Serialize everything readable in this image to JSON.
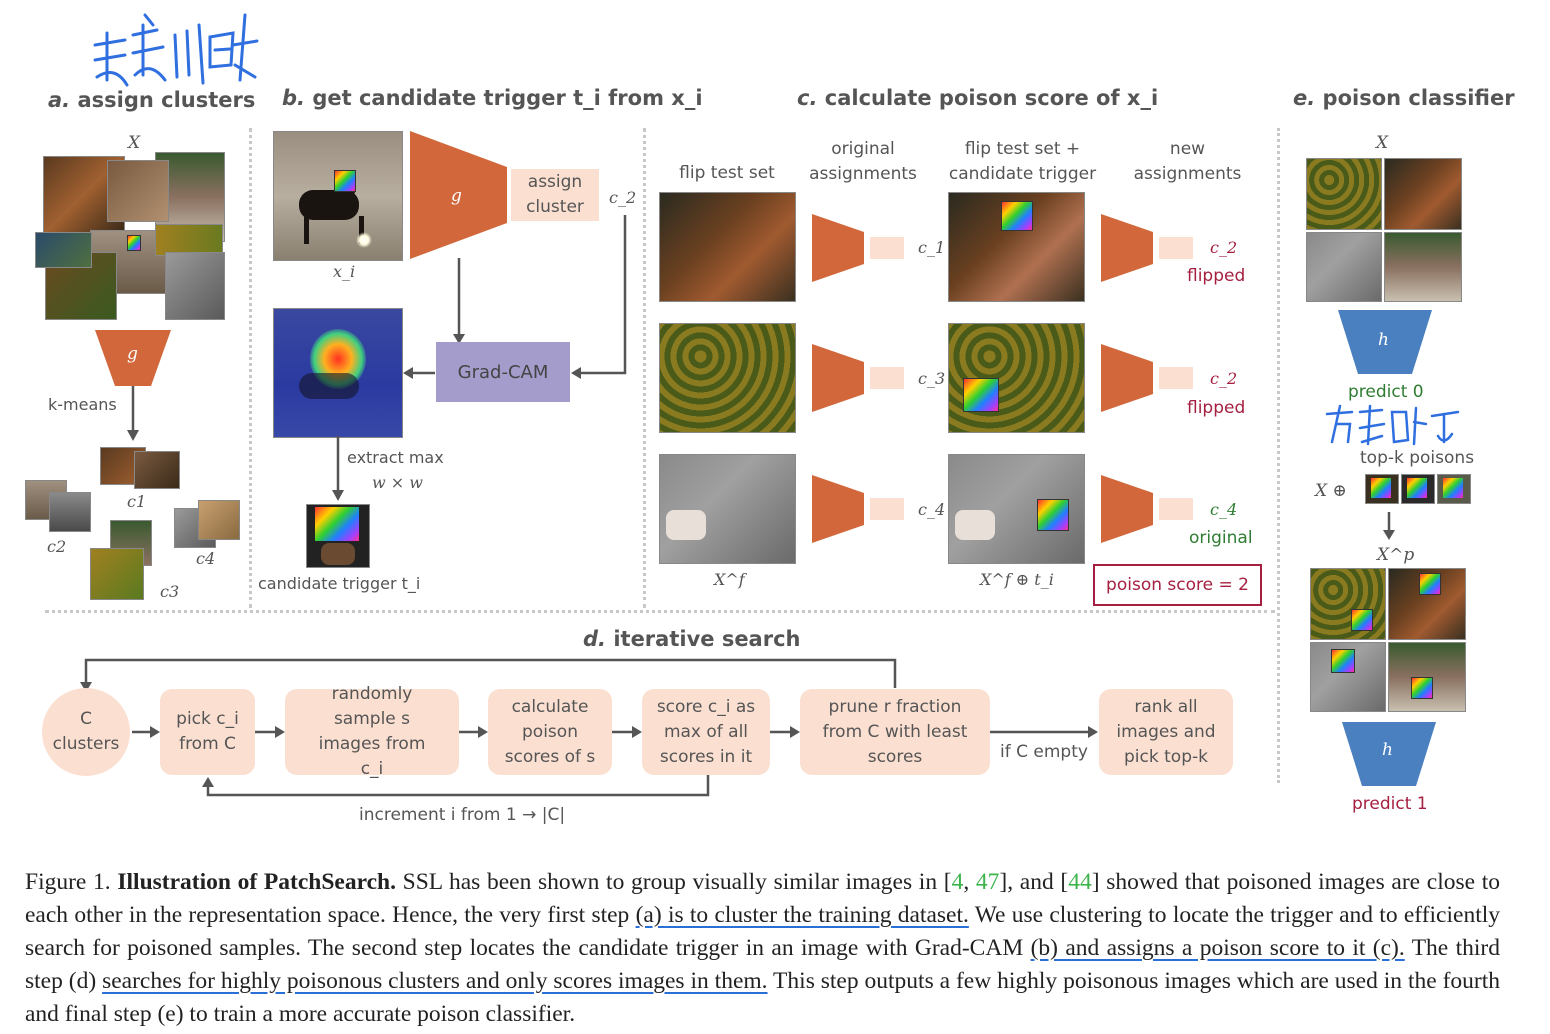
{
  "panels": {
    "a": {
      "letter": "a.",
      "title": "assign clusters",
      "x_label": "X",
      "g_label": "g",
      "kmeans": "k-means",
      "clusters": [
        "c1",
        "c2",
        "c3",
        "c4"
      ]
    },
    "b": {
      "letter": "b.",
      "title": "get candidate trigger t_i from x_i",
      "xi": "x_i",
      "g_label": "g",
      "assign_cluster": "assign cluster",
      "c2": "c_2",
      "gradcam": "Grad-CAM",
      "extract": "extract max",
      "wxw": "w × w",
      "candidate": "candidate trigger t_i"
    },
    "c": {
      "letter": "c.",
      "title": "calculate poison score of x_i",
      "headers": [
        "flip test set",
        "original assignments",
        "flip test set + candidate trigger",
        "new assignments"
      ],
      "rows": [
        {
          "orig": "c_1",
          "new": "c_2",
          "status": "flipped"
        },
        {
          "orig": "c_3",
          "new": "c_2",
          "status": "flipped"
        },
        {
          "orig": "c_4",
          "new": "c_4",
          "status": "original"
        }
      ],
      "xf": "X^f",
      "xf_t": "X^f ⊕ t_i",
      "score": "poison score = 2"
    },
    "d": {
      "letter": "d.",
      "title": "iterative search",
      "clusters": "C clusters",
      "pick": "pick c_i from C",
      "sample": "randomly sample s images from c_i",
      "calc": "calculate poison scores of s",
      "score": "score c_i as max of all scores in it",
      "prune": "prune r fraction from C with least scores",
      "empty": "if C empty",
      "rank": "rank all images and pick top-k",
      "increment": "increment i from 1 → |C|"
    },
    "e": {
      "letter": "e.",
      "title": "poison classifier",
      "x_label": "X",
      "h_label": "h",
      "predict0": "predict 0",
      "topk": "top-k poisons",
      "x_plus": "X ⊕",
      "xp": "X^p",
      "predict1": "predict 1"
    }
  },
  "handwriting": {
    "top": "聚类训练集",
    "right": "有毒的 T"
  },
  "caption": {
    "fig": "Figure 1.",
    "bold": "Illustration of PatchSearch.",
    "s1": " SSL has been shown to group visually similar images in [",
    "c1": "4",
    "s2": ", ",
    "c2": "47",
    "s3": "], and [",
    "c3": "44",
    "s4": "] showed that poisoned images are close to each other in the representation space. Hence, the very first step ",
    "u1": "(a) is to cluster the training dataset.",
    "s5": " We use clustering to locate the trigger and to efficiently search for poisoned samples. The second step locates the candidate trigger in an image with Grad-CAM ",
    "u2": "(b) and assigns a poison score to it (c).",
    "s6": " The third step (d) ",
    "u3": "searches for highly poisonous clusters and only scores images in them.",
    "s7": " This step outputs a few highly poisonous images which are used in the fourth and final step (e) to train a more accurate poison classifier."
  },
  "colors": {
    "encoder": "#d2673b",
    "classifier": "#4a7fc0",
    "gradcam": "#a49ccb",
    "box": "#fbe0d2",
    "accent_red": "#a52040",
    "accent_green": "#2e7d32"
  }
}
